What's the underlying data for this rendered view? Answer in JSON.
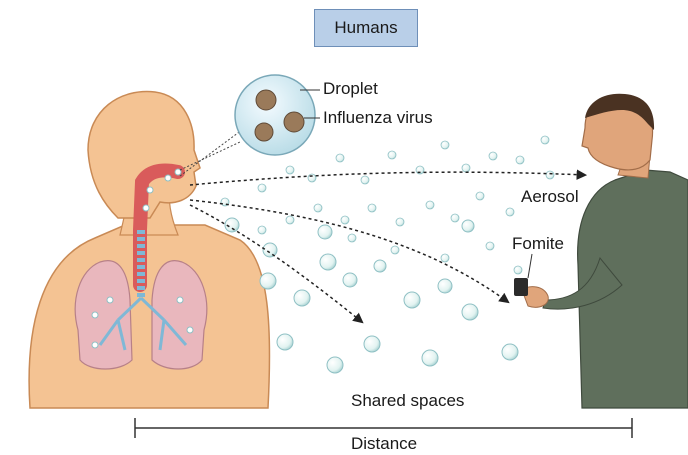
{
  "title": "Humans",
  "labels": {
    "droplet": "Droplet",
    "influenza_virus": "Influenza virus",
    "aerosol": "Aerosol",
    "fomite": "Fomite",
    "shared_spaces": "Shared spaces",
    "distance": "Distance"
  },
  "colors": {
    "skin": "#f4c393",
    "skin_outline": "#c98a55",
    "airway": "#d95b5b",
    "lung": "#e9b7bd",
    "droplet_fill": "#dff1f0",
    "droplet_stroke": "#8fc0c4",
    "shirt": "#5f6f5c",
    "title_box": "#b9cfe8"
  }
}
